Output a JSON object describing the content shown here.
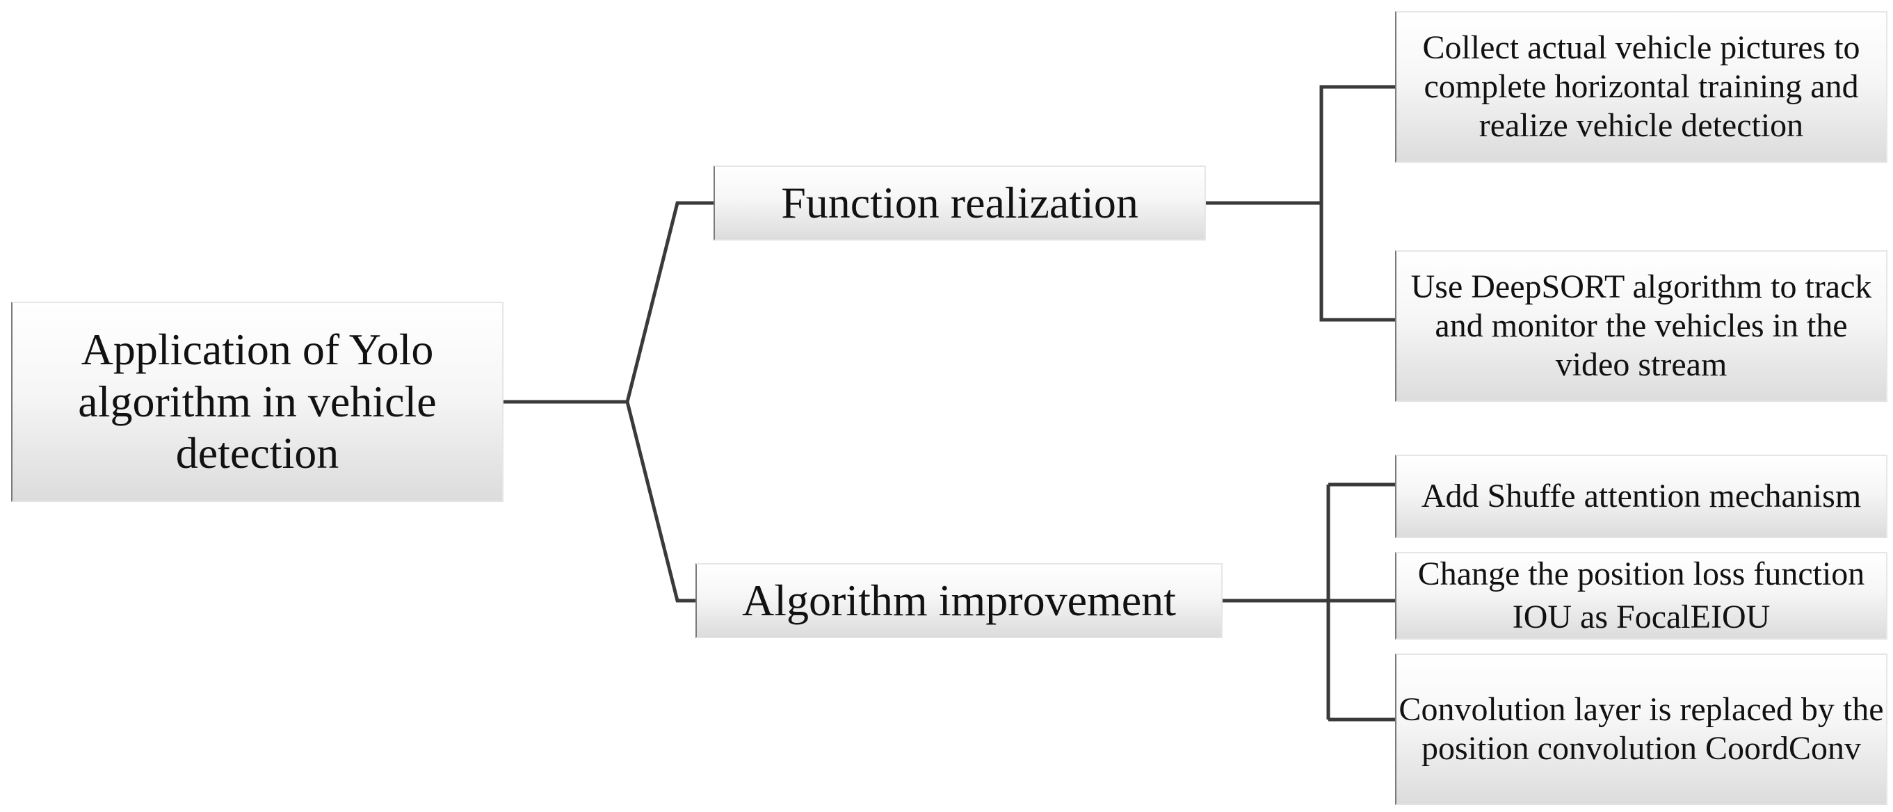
{
  "diagram": {
    "root": {
      "label": "Application of Yolo algorithm in vehicle detection"
    },
    "branches": [
      {
        "label": "Function realization",
        "leaves": [
          "Collect actual vehicle pictures to complete horizontal training and realize vehicle detection",
          "Use DeepSORT algorithm to track and monitor the vehicles in the video stream"
        ]
      },
      {
        "label": "Algorithm improvement",
        "leaves": [
          "Add Shuffe attention mechanism",
          "Change the position loss function IOU as FocalEIOU",
          "Convolution layer is replaced by the position convolution CoordConv"
        ]
      }
    ],
    "colors": {
      "connector": "#3a3a3a",
      "box_gradient_top": "#ffffff",
      "box_gradient_bottom": "#dcdcdc",
      "box_left_border": "#7a7a7a",
      "text": "#111111"
    }
  }
}
